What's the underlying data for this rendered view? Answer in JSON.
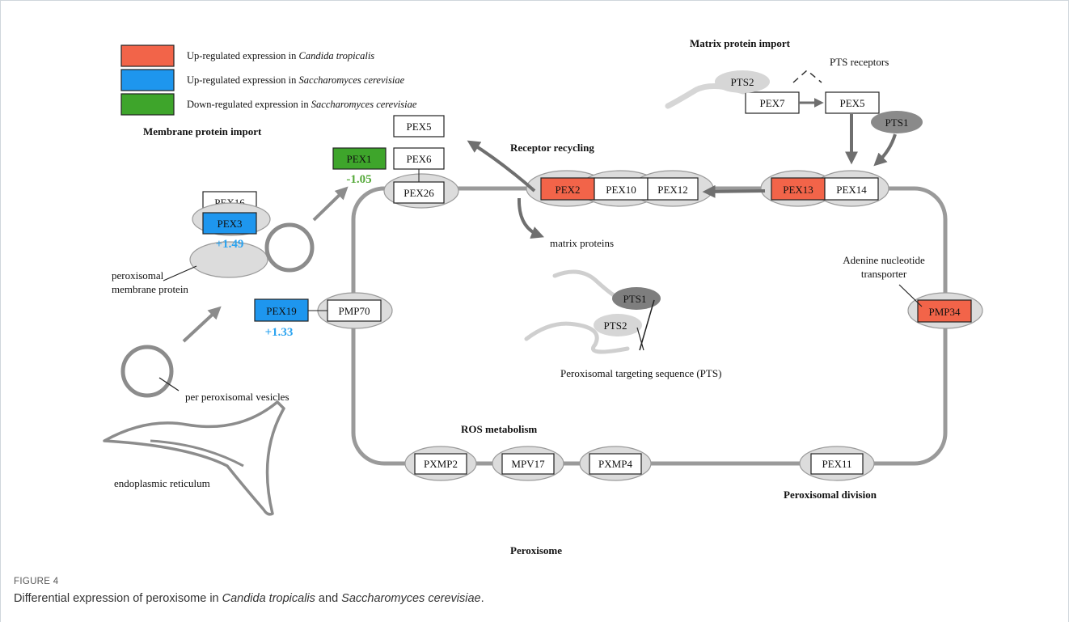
{
  "legend": [
    {
      "color": "#f26449",
      "text": "Up-regulated expression in ",
      "species": "Candida tropicalis"
    },
    {
      "color": "#1e96ee",
      "text": "Up-regulated expression in ",
      "species": "Saccharomyces cerevisiae"
    },
    {
      "color": "#3ea52b",
      "text": "Down-regulated expression in ",
      "species": "Saccharomyces cerevisiae"
    }
  ],
  "colors": {
    "up_ct": "#f26449",
    "up_sc": "#1e96ee",
    "down_sc": "#3ea52b",
    "value_blue": "#2aa3f0",
    "value_green": "#55a93a",
    "membrane": "#9a9a9a",
    "oval": "#dcdcdc"
  },
  "sections": {
    "membrane_import": "Membrane protein import",
    "matrix_import": "Matrix protein import",
    "receptor_recycling": "Receptor recycling",
    "ros": "ROS metabolism",
    "division": "Peroxisomal division",
    "peroxisome": "Peroxisome"
  },
  "labels": {
    "pts_receptors": "PTS receptors",
    "matrix_proteins": "matrix proteins",
    "adenine_1": "Adenine nucleotide",
    "adenine_2": "transporter",
    "pmp_1": "peroxisomal",
    "pmp_2": "membrane protein",
    "vesicles": "per peroxisomal vesicles",
    "er": "endoplasmic reticulum",
    "pts_full": "Peroxisomal targeting sequence (PTS)"
  },
  "genes": {
    "pex5_top": "PEX5",
    "pex6": "PEX6",
    "pex1": "PEX1",
    "pex26": "PEX26",
    "pex16": "PEX16",
    "pex3": "PEX3",
    "pex19": "PEX19",
    "pmp70": "PMP70",
    "pex2": "PEX2",
    "pex10": "PEX10",
    "pex12": "PEX12",
    "pex13": "PEX13",
    "pex14": "PEX14",
    "pex7": "PEX7",
    "pex5_right": "PEX5",
    "pmp34": "PMP34",
    "pxmp2": "PXMP2",
    "mpv17": "MPV17",
    "pxmp4": "PXMP4",
    "pex11": "PEX11"
  },
  "signals": {
    "pts1_a": "PTS1",
    "pts2_a": "PTS2",
    "pts1_b": "PTS1",
    "pts2_b": "PTS2"
  },
  "values": {
    "pex1": "-1.05",
    "pex3": "+1.49",
    "pex19": "+1.33"
  },
  "figure": {
    "label": "FIGURE 4",
    "caption_pre": "Differential expression of peroxisome in ",
    "species_1": "Candida tropicalis",
    "caption_mid": " and ",
    "species_2": "Saccharomyces cerevisiae",
    "caption_post": "."
  }
}
